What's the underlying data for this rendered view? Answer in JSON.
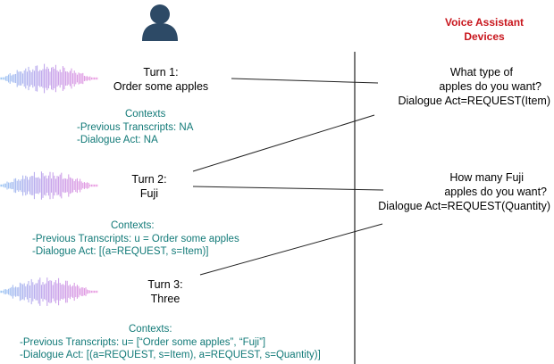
{
  "header": {
    "devices_line1": "Voice Assistant",
    "devices_line2": "Devices",
    "user_icon": "person-icon"
  },
  "turns": [
    {
      "title": "Turn 1:",
      "text": "Order some apples",
      "waveform_icon": "audio-waveform-icon"
    },
    {
      "title": "Turn 2:",
      "text": "Fuji",
      "waveform_icon": "audio-waveform-icon"
    },
    {
      "title": "Turn 3:",
      "text": "Three",
      "waveform_icon": "audio-waveform-icon"
    }
  ],
  "contexts": [
    {
      "heading": "Contexts",
      "transcripts": "-Previous Transcripts: NA",
      "dialogue_act": "-Dialogue Act: NA"
    },
    {
      "heading": "Contexts:",
      "transcripts": "-Previous Transcripts: u = Order some apples",
      "dialogue_act": "-Dialogue Act: [(a=REQUEST, s=Item)]"
    },
    {
      "heading": "Contexts:",
      "transcripts": "-Previous Transcripts: u= [“Order some apples”, “Fuji”]",
      "dialogue_act": "-Dialogue Act:  [(a=REQUEST, s=Item), a=REQUEST, s=Quantity)]"
    }
  ],
  "responses": [
    {
      "line1": "What type of",
      "line2": "apples do you want?",
      "line3": "Dialogue Act=REQUEST(Item)"
    },
    {
      "line1": "How many Fuji",
      "line2": "apples do you want?",
      "line3": "Dialogue Act=REQUEST(Quantity)"
    }
  ],
  "colors": {
    "context_text": "#127a78",
    "devices_title": "#c8161d",
    "user_icon": "#2d4a66",
    "waveform_start": "#7fb6ef",
    "waveform_end": "#e47ad6"
  }
}
